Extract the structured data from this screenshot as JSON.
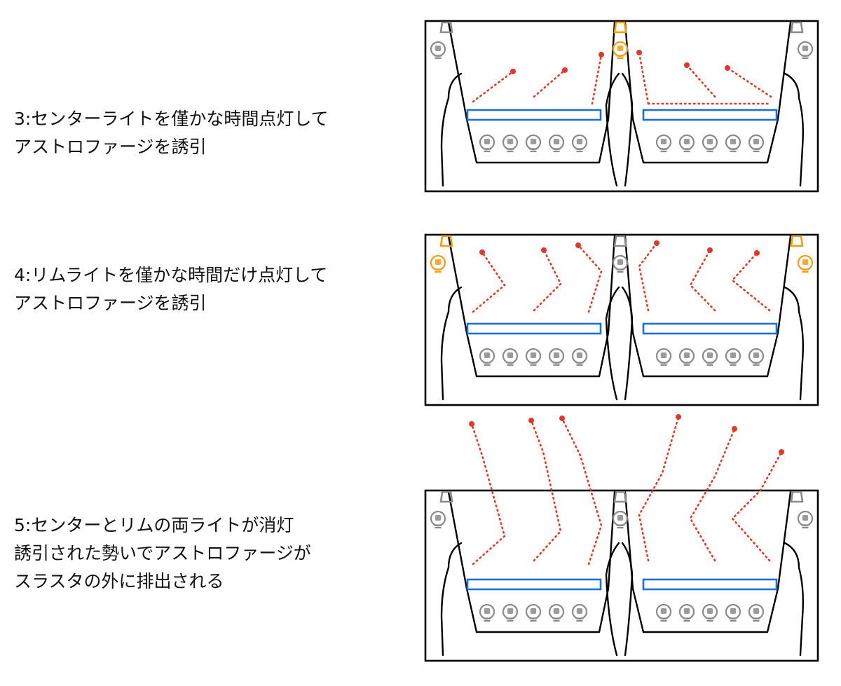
{
  "steps": [
    {
      "id": "3",
      "lines": [
        "3:センターライトを僅かな時間点灯して",
        "アストロファージを誘引"
      ],
      "center_lit": true,
      "rim_lit": false,
      "pattern": "attract-center"
    },
    {
      "id": "4",
      "lines": [
        "4:リムライトを僅かな時間だけ点灯して",
        "アストロファージを誘引"
      ],
      "center_lit": false,
      "rim_lit": true,
      "pattern": "attract-rim"
    },
    {
      "id": "5",
      "lines": [
        "5:センターとリムの両ライトが消灯",
        "誘引された勢いでアストロファージが",
        "スラスタの外に排出される"
      ],
      "center_lit": false,
      "rim_lit": false,
      "pattern": "eject"
    }
  ],
  "colors": {
    "lit": "#f39c12",
    "unlit": "#8a8a8a",
    "particle": "#e0392b",
    "grid": "#1e6fd9",
    "outline": "#000000"
  },
  "icons": [
    "lamp-icon",
    "lamp-housing-icon",
    "bulb-icon",
    "particle-icon"
  ]
}
